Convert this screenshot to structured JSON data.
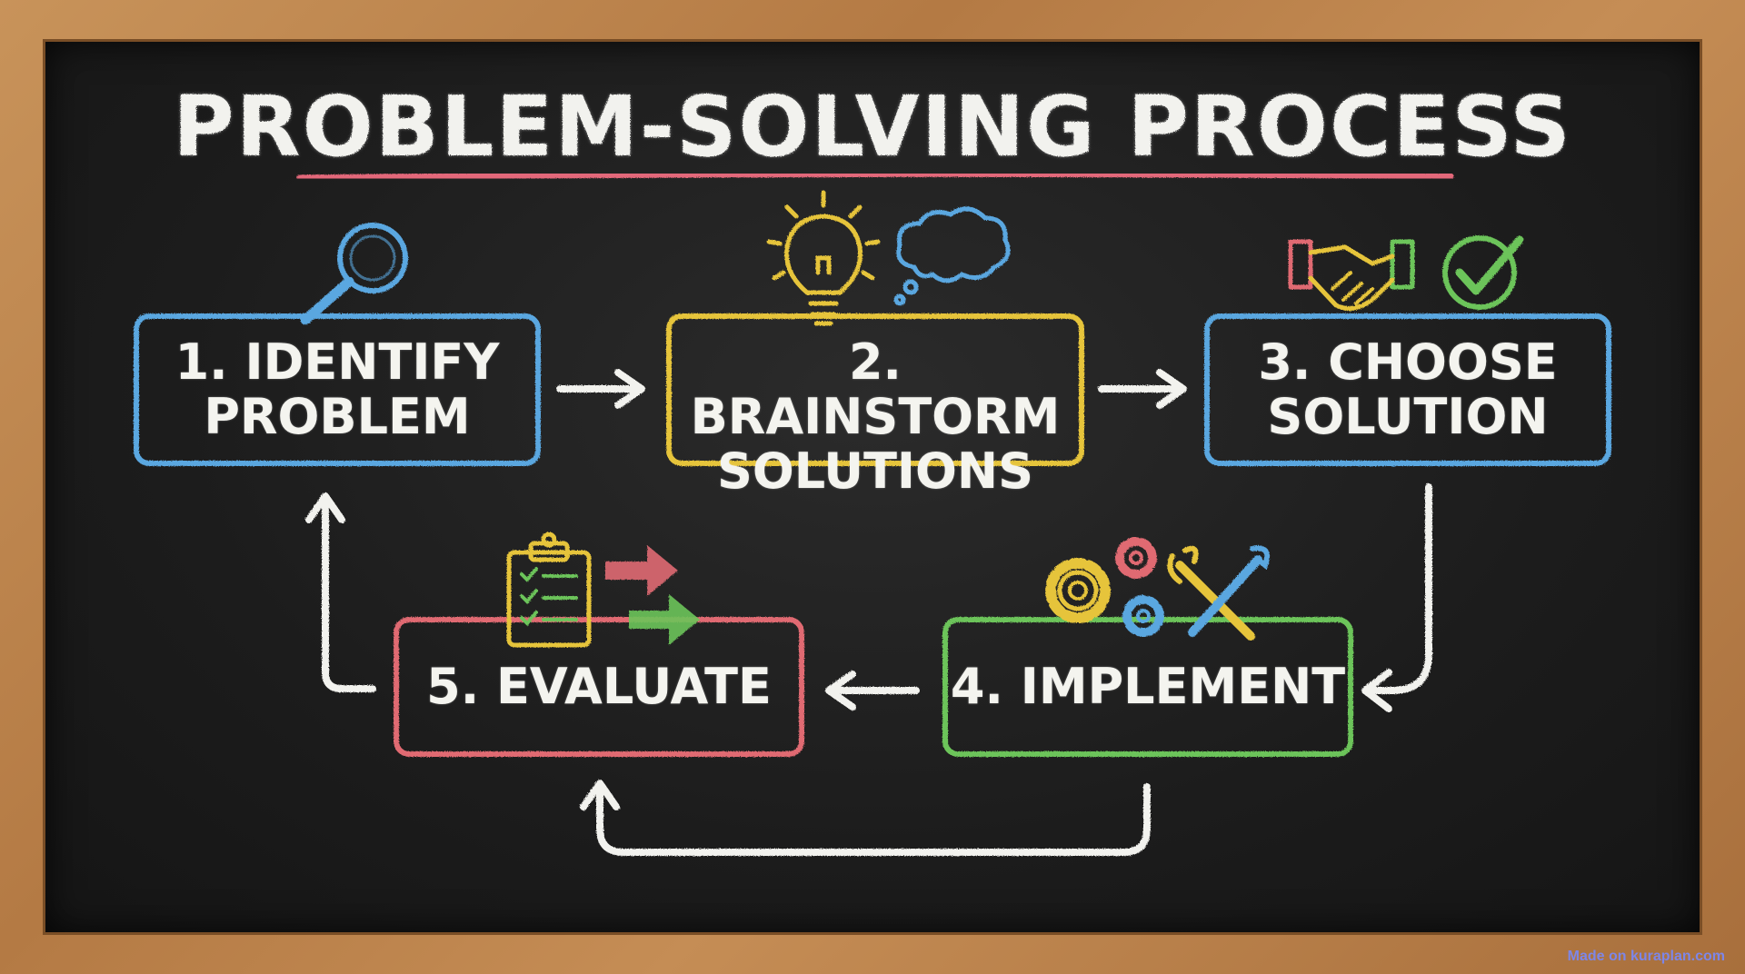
{
  "title": "PROBLEM-SOLVING PROCESS",
  "steps": [
    {
      "id": 1,
      "line1": "1. IDENTIFY",
      "line2": "PROBLEM",
      "color": "#5aa7e0",
      "icon": "magnifying-glass-icon"
    },
    {
      "id": 2,
      "line1": "2. BRAINSTORM",
      "line2": "SOLUTIONS",
      "color": "#e6c43a",
      "icon": "lightbulb-and-thought-cloud-icon"
    },
    {
      "id": 3,
      "line1": "3. CHOOSE",
      "line2": "SOLUTION",
      "color": "#5aa7e0",
      "icon": "handshake-and-checkmark-icon"
    },
    {
      "id": 4,
      "line1": "4. IMPLEMENT",
      "line2": "",
      "color": "#6cc45a",
      "icon": "gears-and-tools-icon"
    },
    {
      "id": 5,
      "line1": "5. EVALUATE",
      "line2": "",
      "color": "#e06a72",
      "icon": "clipboard-and-arrows-icon"
    }
  ],
  "flow": [
    "1 to 2",
    "2 to 3",
    "3 to 4",
    "4 to 5",
    "4 to 5 (loop)",
    "5 to 1"
  ],
  "colors": {
    "chalk_white": "#f2f2ee",
    "underline": "#e3687a",
    "board": "#1c1c1c",
    "frame": "#b9834c"
  },
  "watermark": "Made on kuraplan.com"
}
